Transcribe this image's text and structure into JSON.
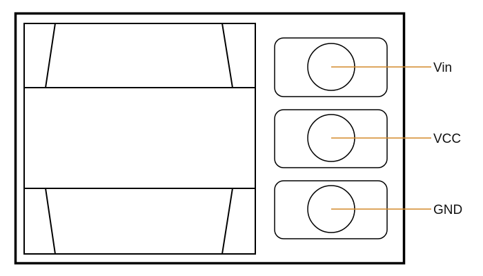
{
  "diagram": {
    "pins": [
      {
        "label": "Vin"
      },
      {
        "label": "VCC"
      },
      {
        "label": "GND"
      }
    ]
  },
  "colors": {
    "outline": "#000000",
    "leader_line": "#d4892a",
    "background": "#ffffff"
  }
}
